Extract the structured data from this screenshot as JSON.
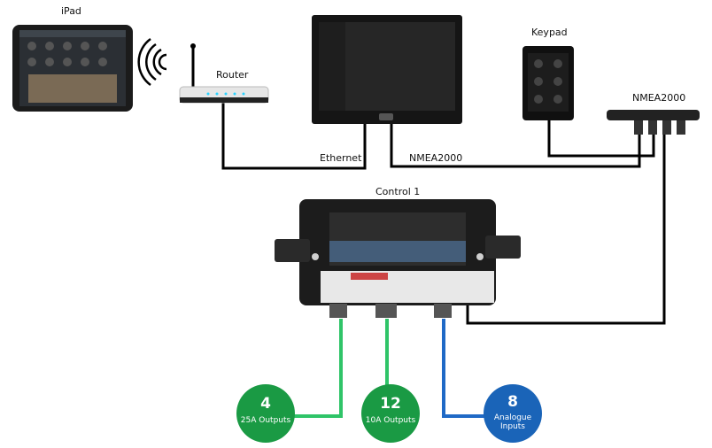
{
  "labels": {
    "ipad": "iPad",
    "router": "Router",
    "keypad": "Keypad",
    "nmea_top": "NMEA2000",
    "ethernet": "Ethernet",
    "nmea_mid": "NMEA2000",
    "control": "Control 1"
  },
  "outputs": [
    {
      "count": "4",
      "text": "25A Outputs"
    },
    {
      "count": "12",
      "text": "10A Outputs"
    },
    {
      "count": "8",
      "text": "Analogue Inputs"
    }
  ],
  "colors": {
    "green": "#1a9a44",
    "green_line": "#2fc468",
    "blue": "#1a64b8",
    "blue_line": "#1f69c6",
    "wire": "#000000"
  }
}
